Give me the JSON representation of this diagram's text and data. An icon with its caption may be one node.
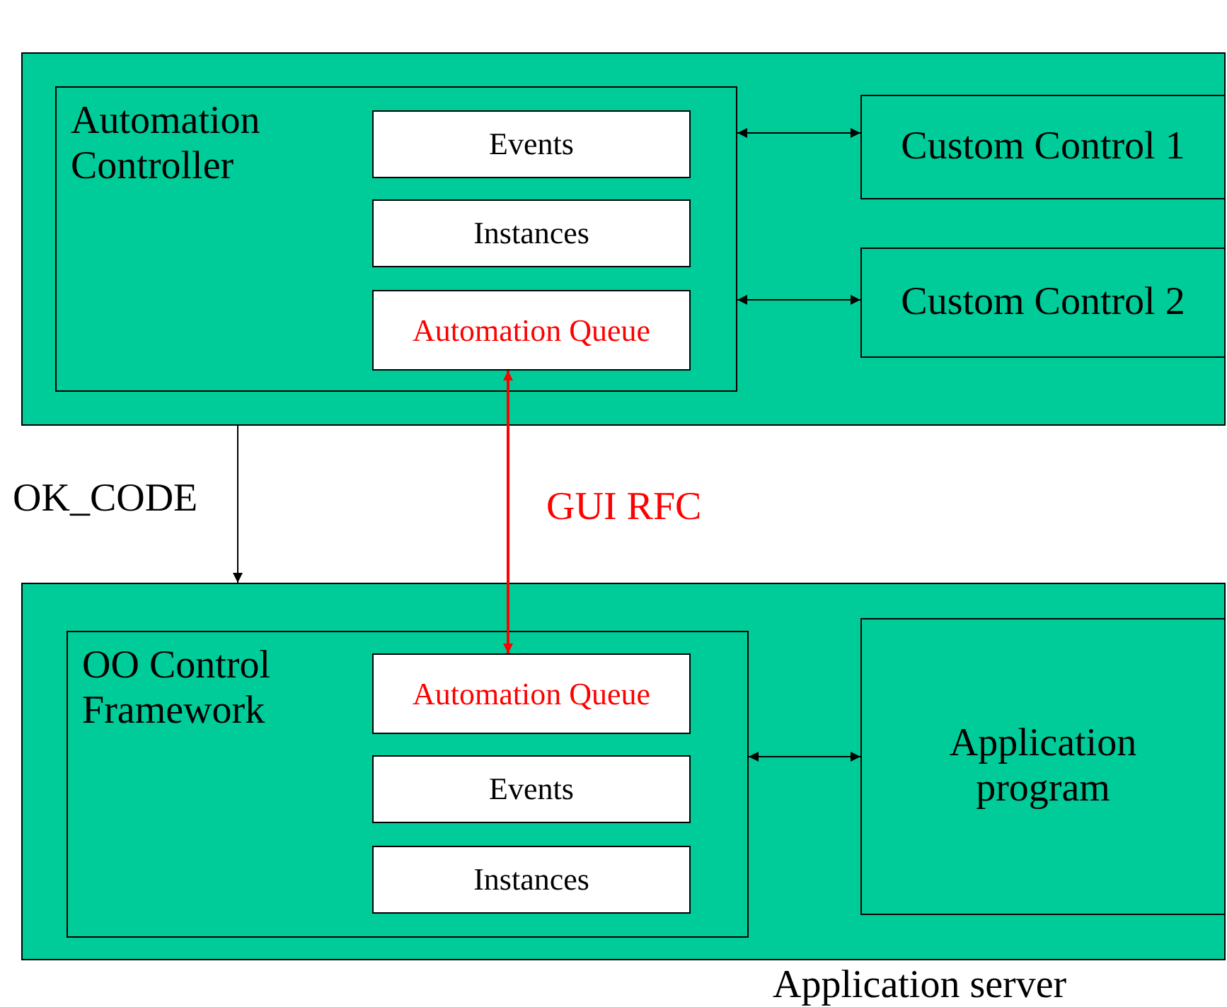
{
  "diagram": {
    "nodes": [
      {
        "text": [],
        "shape": "box"
      },
      {
        "text": [
          "Automation Controller"
        ],
        "in": 0
      },
      {
        "text": [
          "Events"
        ],
        "in": 1
      },
      {
        "text": [
          "Instances"
        ],
        "in": 1
      },
      {
        "text": [
          "Automation Queue"
        ],
        "in": 1
      },
      {
        "text": [
          "Custom Control 1"
        ],
        "in": 0
      },
      {
        "text": [
          "Custom Control 2"
        ],
        "in": 0
      },
      {
        "text": [
          "Application server"
        ]
      },
      {
        "text": [
          "OO Control Framework"
        ],
        "in": 7
      },
      {
        "text": [
          "Automation Queue"
        ],
        "in": 8
      },
      {
        "text": [
          "Events"
        ],
        "in": 8
      },
      {
        "text": [
          "Instances"
        ],
        "in": 8
      },
      {
        "text": [
          "Application program"
        ],
        "in": 7
      }
    ],
    "edges": [
      {
        "from": 1,
        "to": 5,
        "arrow": "both"
      },
      {
        "from": 1,
        "to": 6,
        "arrow": "both"
      },
      {
        "from": 4,
        "to": 9,
        "arrow": "both",
        "label": "GUI RFC",
        "color": "#ff0000"
      },
      {
        "from": 0,
        "to": 7,
        "arrow": "to",
        "label": "OK_CODE"
      },
      {
        "from": 8,
        "to": 12,
        "arrow": "both"
      }
    ]
  }
}
